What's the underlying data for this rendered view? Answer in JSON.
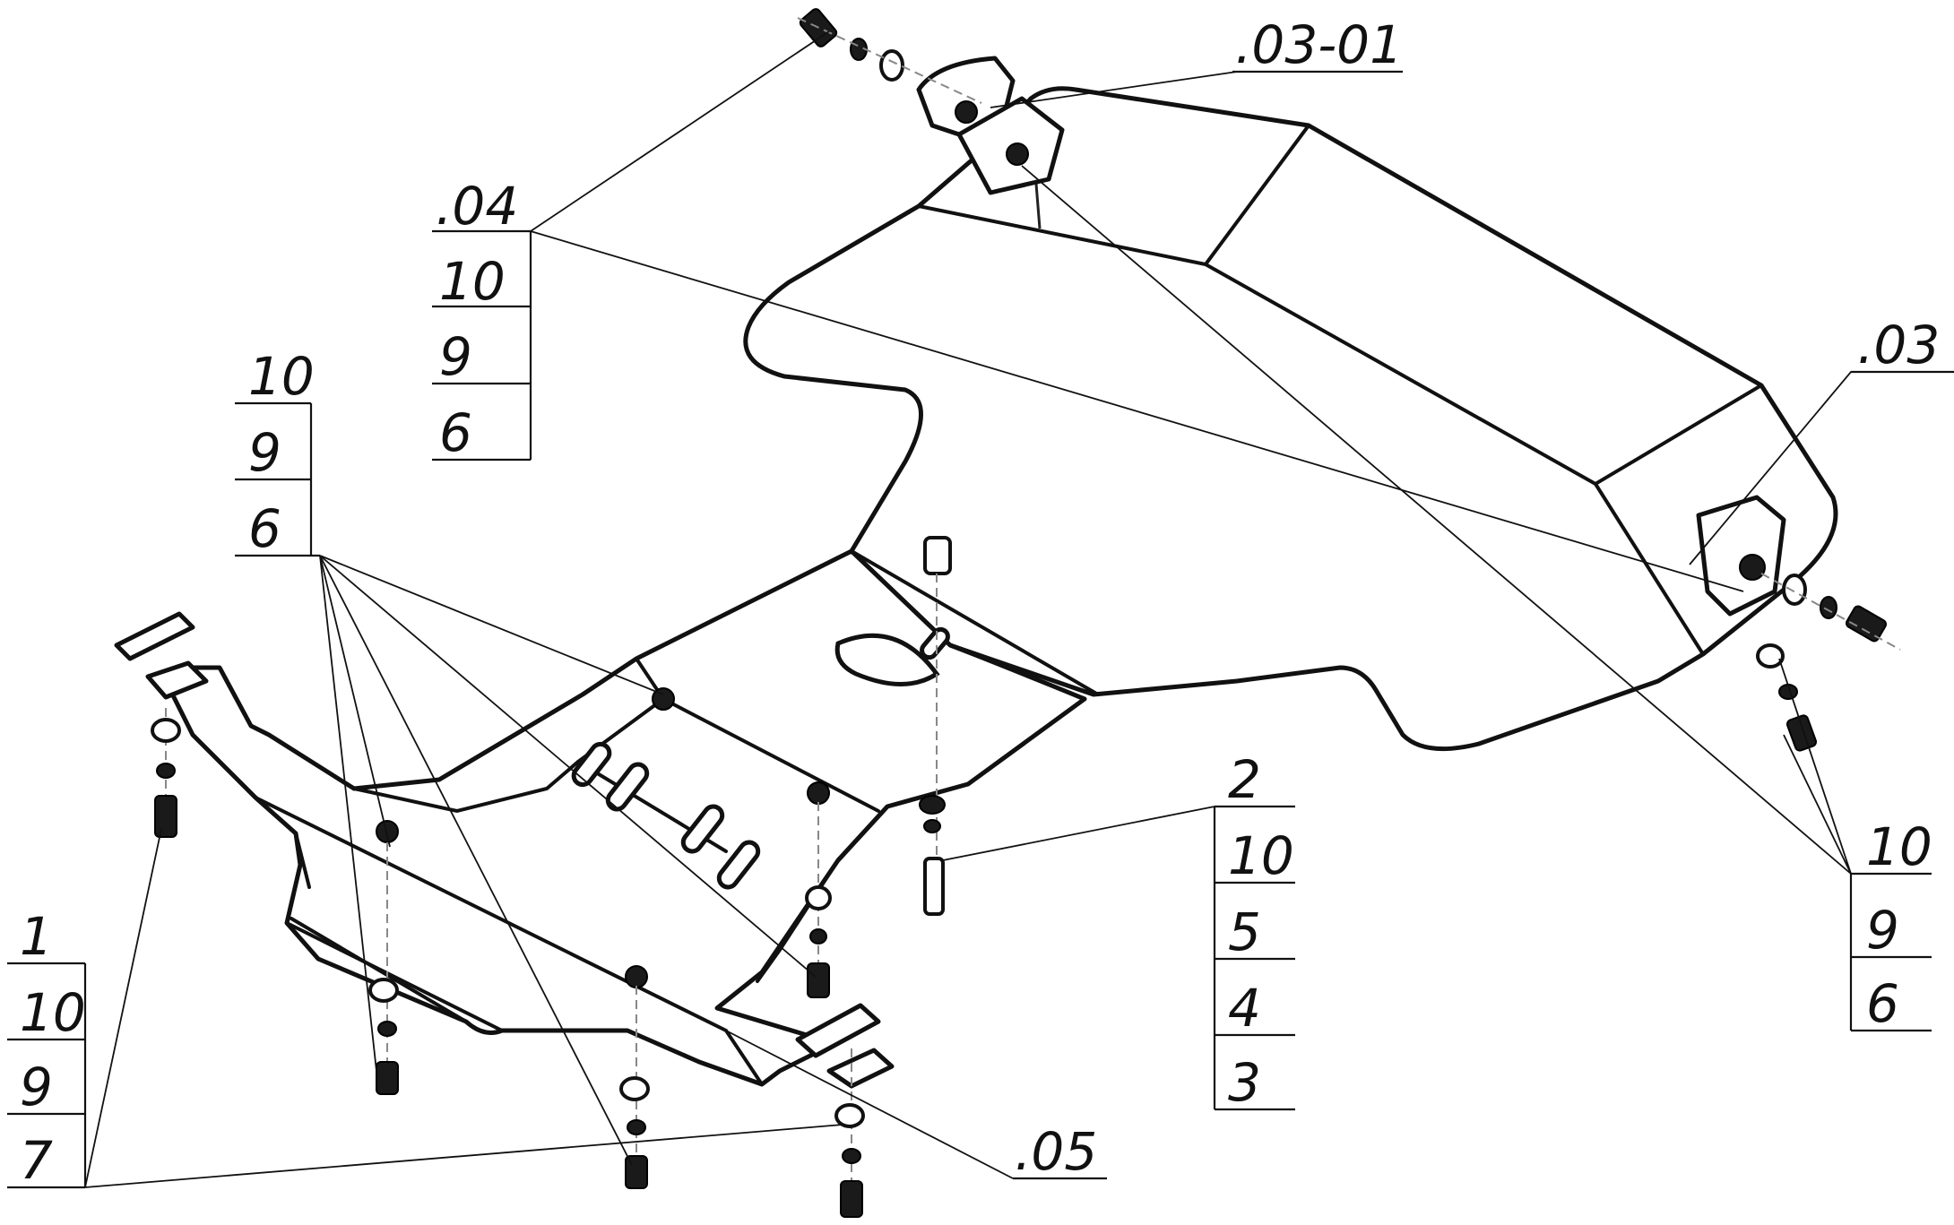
{
  "callouts": {
    "c0301": {
      "label": ".03-01"
    },
    "c04": {
      "label": ".04",
      "rows": [
        "10",
        "9",
        "6"
      ]
    },
    "c03": {
      "label": ".03"
    },
    "c_mid": {
      "rows": [
        "10",
        "9",
        "6"
      ]
    },
    "c2": {
      "label": "2",
      "rows": [
        "10",
        "5",
        "4",
        "3"
      ]
    },
    "c_right": {
      "rows": [
        "10",
        "9",
        "6"
      ]
    },
    "c1": {
      "label": "1",
      "rows": [
        "10",
        "9",
        "7"
      ]
    },
    "c05": {
      "label": ".05"
    }
  }
}
